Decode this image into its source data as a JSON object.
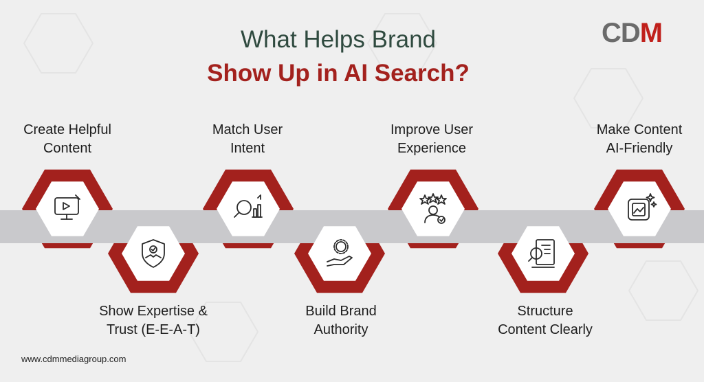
{
  "title": {
    "line1": "What Helps Brand",
    "line2": "Show Up in AI Search?"
  },
  "logo": {
    "letters_cd": "CD",
    "letter_m": "M"
  },
  "colors": {
    "accent": "#a3211d",
    "title": "#2f4a3f",
    "band": "#c9c9cc"
  },
  "steps": [
    {
      "line1": "Create Helpful",
      "line2": "Content",
      "icon": "video-monitor-icon"
    },
    {
      "line1": "Show Expertise &",
      "line2": "Trust (E-E-A-T)",
      "icon": "handshake-shield-icon"
    },
    {
      "line1": "Match User",
      "line2": "Intent",
      "icon": "search-chart-icon"
    },
    {
      "line1": "Build Brand",
      "line2": "Authority",
      "icon": "hand-badge-icon"
    },
    {
      "line1": "Improve User",
      "line2": "Experience",
      "icon": "user-rating-icon"
    },
    {
      "line1": "Structure",
      "line2": "Content Clearly",
      "icon": "document-search-icon"
    },
    {
      "line1": "Make Content",
      "line2": "AI-Friendly",
      "icon": "ai-image-icon"
    }
  ],
  "footer": {
    "website": "www.cdmmediagroup.com"
  }
}
